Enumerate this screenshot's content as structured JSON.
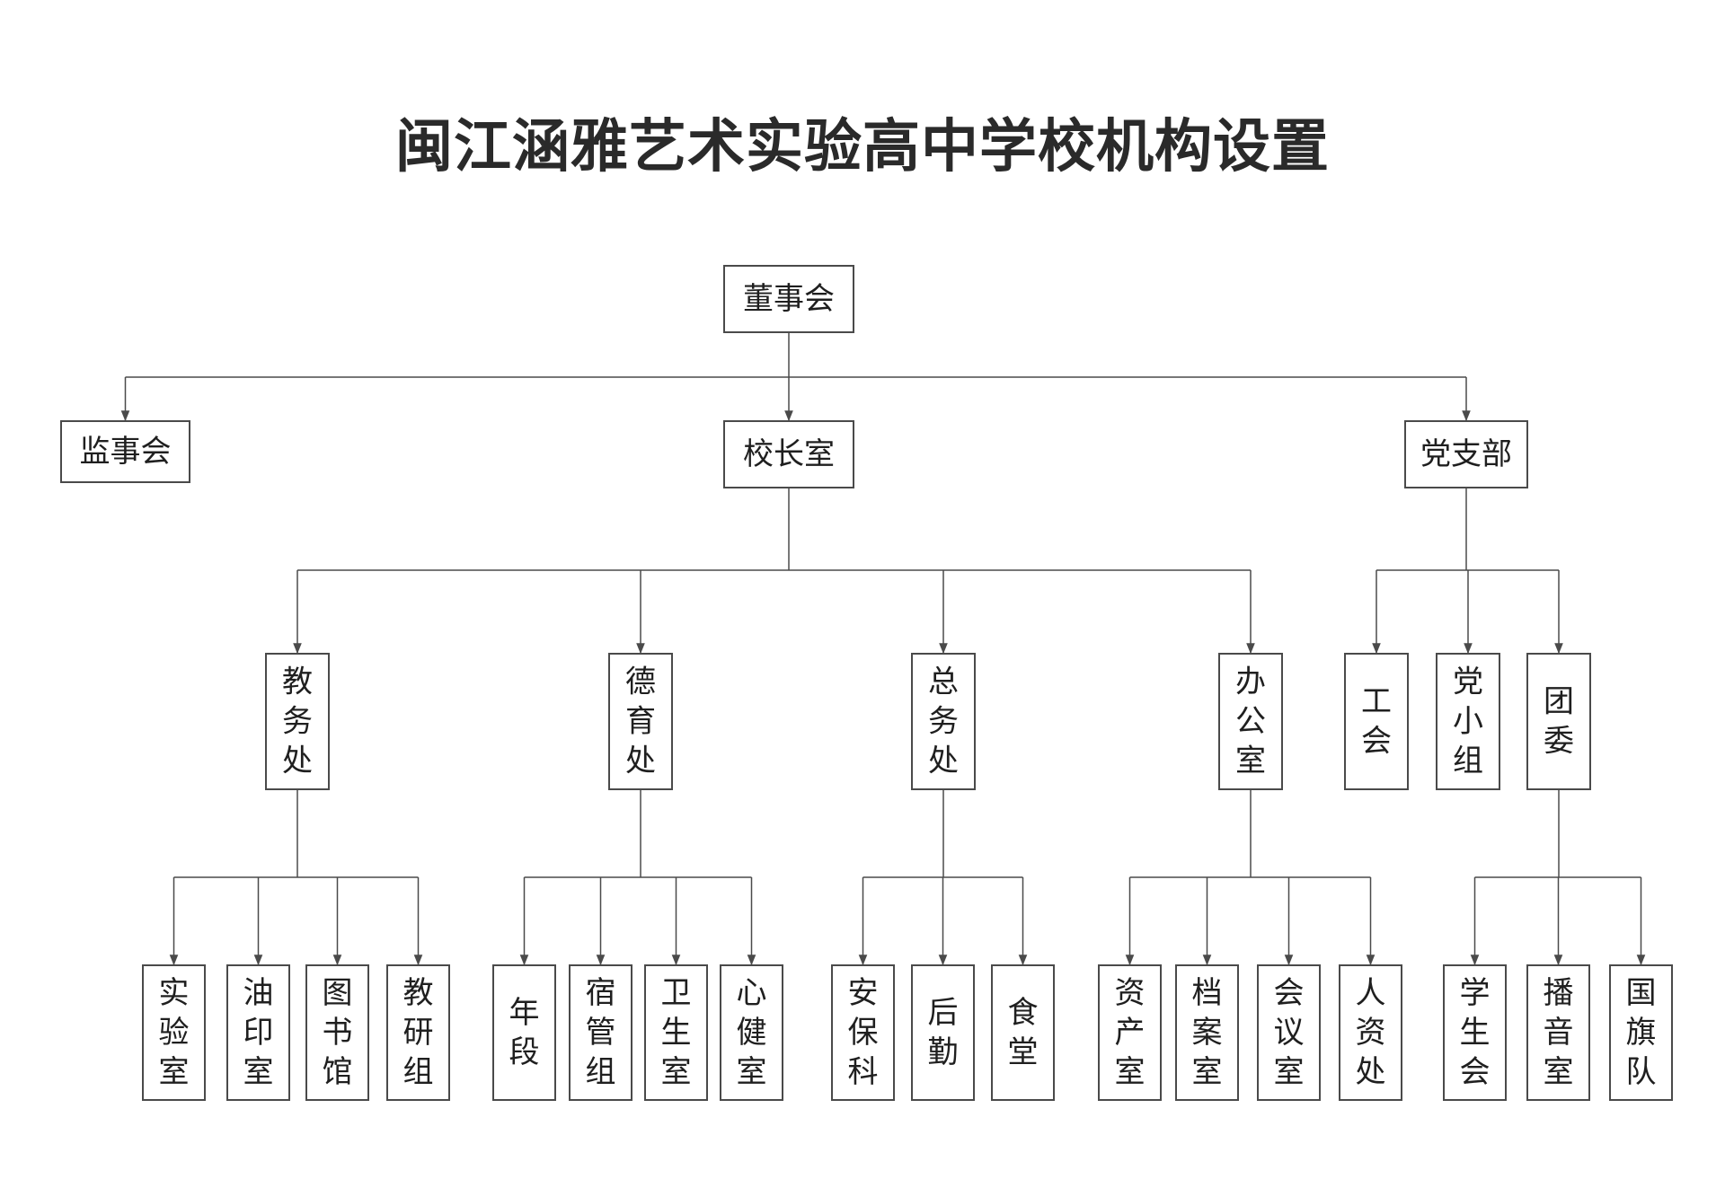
{
  "title": "闽江涵雅艺术实验高中学校机构设置",
  "colors": {
    "line": "#4a4a4a",
    "text": "#1f1f1f",
    "title": "#2a2a2a"
  },
  "nodes": [
    {
      "id": "dongshihui",
      "label": "董事会"
    },
    {
      "id": "jianshihui",
      "label": "监事会",
      "parent": "dongshihui"
    },
    {
      "id": "xiaozhangshi",
      "label": "校长室",
      "parent": "dongshihui"
    },
    {
      "id": "dangzhibu",
      "label": "党支部",
      "parent": "dongshihui"
    },
    {
      "id": "jiaowuchu",
      "label": "教务处",
      "parent": "xiaozhangshi"
    },
    {
      "id": "deyuchu",
      "label": "德育处",
      "parent": "xiaozhangshi"
    },
    {
      "id": "zongwuchu",
      "label": "总务处",
      "parent": "xiaozhangshi"
    },
    {
      "id": "bangongshi",
      "label": "办公室",
      "parent": "xiaozhangshi"
    },
    {
      "id": "gonghui",
      "label": "工会",
      "parent": "dangzhibu"
    },
    {
      "id": "dangxiaozu",
      "label": "党小组",
      "parent": "dangzhibu"
    },
    {
      "id": "tuanwei",
      "label": "团委",
      "parent": "dangzhibu"
    },
    {
      "id": "shiyanshi",
      "label": "实验室",
      "parent": "jiaowuchu"
    },
    {
      "id": "youyinshi",
      "label": "油印室",
      "parent": "jiaowuchu"
    },
    {
      "id": "tushuguan",
      "label": "图书馆",
      "parent": "jiaowuchu"
    },
    {
      "id": "jiaoyanzu",
      "label": "教研组",
      "parent": "jiaowuchu"
    },
    {
      "id": "nianduan",
      "label": "年段",
      "parent": "deyuchu"
    },
    {
      "id": "suguanzu",
      "label": "宿管组",
      "parent": "deyuchu"
    },
    {
      "id": "weishengshi",
      "label": "卫生室",
      "parent": "deyuchu"
    },
    {
      "id": "xinjianshi",
      "label": "心健室",
      "parent": "deyuchu"
    },
    {
      "id": "anbaoke",
      "label": "安保科",
      "parent": "zongwuchu"
    },
    {
      "id": "houqin",
      "label": "后勤",
      "parent": "zongwuchu"
    },
    {
      "id": "shitang",
      "label": "食堂",
      "parent": "zongwuchu"
    },
    {
      "id": "zichanshi",
      "label": "资产室",
      "parent": "bangongshi"
    },
    {
      "id": "dang_anshi",
      "label": "档案室",
      "parent": "bangongshi"
    },
    {
      "id": "huiyishi",
      "label": "会议室",
      "parent": "bangongshi"
    },
    {
      "id": "renzichu",
      "label": "人资处",
      "parent": "bangongshi"
    },
    {
      "id": "xueshenghui",
      "label": "学生会",
      "parent": "tuanwei"
    },
    {
      "id": "boyinshi",
      "label": "播音室",
      "parent": "tuanwei"
    },
    {
      "id": "guoqidui",
      "label": "国旗队",
      "parent": "tuanwei"
    }
  ]
}
